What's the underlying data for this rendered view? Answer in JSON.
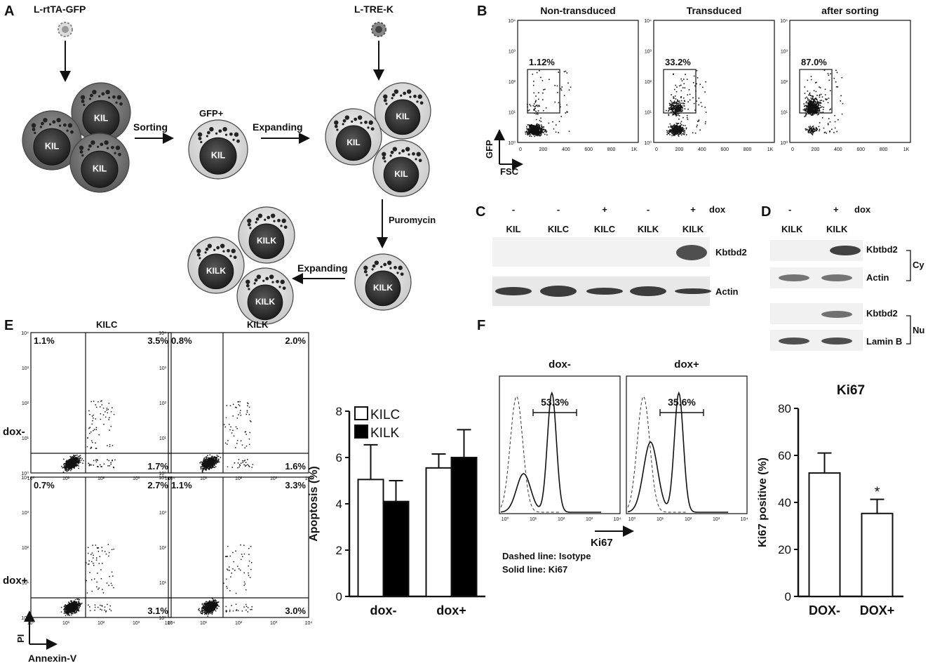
{
  "panel_a": {
    "letter": "A",
    "vector1": "L-rtTA-GFP",
    "vector2": "L-TRE-K",
    "cell_kil": "KIL",
    "cell_kilk": "KILK",
    "sorting": "Sorting",
    "gfp_pos": "GFP+",
    "expanding": "Expanding",
    "puromycin": "Puromycin"
  },
  "panel_b": {
    "letter": "B",
    "titles": [
      "Non-transduced",
      "Transduced",
      "after sorting"
    ],
    "gates": [
      "1.12%",
      "33.2%",
      "87.0%"
    ],
    "y_label": "GFP",
    "x_label": "FSC",
    "x_ticks": [
      "0",
      "200",
      "400",
      "600",
      "800",
      "1K"
    ],
    "y_ticks": [
      "10⁰",
      "10¹",
      "10²",
      "10³",
      "10⁴"
    ]
  },
  "panel_c": {
    "letter": "C",
    "dox_signs": [
      "-",
      "-",
      "+",
      "-",
      "+"
    ],
    "dox": "dox",
    "lanes": [
      "KIL",
      "KILC",
      "KILC",
      "KILK",
      "KILK"
    ],
    "band1": "Kbtbd2",
    "band2": "Actin"
  },
  "panel_d": {
    "letter": "D",
    "dox_signs": [
      "-",
      "+"
    ],
    "dox": "dox",
    "lanes": [
      "KILK",
      "KILK"
    ],
    "cy_bands": [
      "Kbtbd2",
      "Actin"
    ],
    "nu_bands": [
      "Kbtbd2",
      "Lamin B"
    ],
    "cy": "Cy",
    "nu": "Nu"
  },
  "panel_e": {
    "letter": "E",
    "col_titles": [
      "KILC",
      "KILK"
    ],
    "row_labels": [
      "dox-",
      "dox+"
    ],
    "quadrants": [
      [
        "1.1%",
        "3.5%",
        "1.7%"
      ],
      [
        "0.8%",
        "2.0%",
        "1.6%"
      ],
      [
        "0.7%",
        "2.7%",
        "3.1%"
      ],
      [
        "1.1%",
        "3.3%",
        "3.0%"
      ]
    ],
    "y_label": "PI",
    "x_label": "Annexin-V",
    "ticks": [
      "10⁰",
      "10¹",
      "10²",
      "10³",
      "10⁴"
    ]
  },
  "panel_f": {
    "letter": "F",
    "hist_titles": [
      "dox-",
      "dox+"
    ],
    "gates": [
      "53.3%",
      "35.6%"
    ],
    "x_label": "Ki67",
    "note1": "Dashed line: Isotype",
    "note2": "Solid line: Ki67",
    "ticks": [
      "10⁰",
      "10¹",
      "10²",
      "10³",
      "10⁴"
    ]
  },
  "chart_data": [
    {
      "type": "bar",
      "categories": [
        "dox-",
        "dox+"
      ],
      "series": [
        {
          "name": "KILC",
          "values": [
            5.05,
            5.55
          ],
          "errors": [
            1.5,
            0.6
          ],
          "color": "#ffffff"
        },
        {
          "name": "KILK",
          "values": [
            4.1,
            6.0
          ],
          "errors": [
            0.9,
            1.2
          ],
          "color": "#000000"
        }
      ],
      "title": "",
      "xlabel": "",
      "ylabel": "Apoptosis (%)",
      "ylim": [
        0,
        8
      ],
      "yticks": [
        0,
        2,
        4,
        6,
        8
      ],
      "legend": "top-left"
    },
    {
      "type": "bar",
      "categories": [
        "DOX-",
        "DOX+"
      ],
      "series": [
        {
          "values": [
            52.5,
            35.3
          ],
          "errors": [
            8.5,
            6.0
          ],
          "color": "#ffffff"
        }
      ],
      "title": "Ki67",
      "xlabel": "",
      "ylabel": "Ki67 positive (%)",
      "ylim": [
        0,
        80
      ],
      "yticks": [
        0,
        20,
        40,
        60,
        80
      ],
      "annotations": [
        "*"
      ]
    }
  ]
}
